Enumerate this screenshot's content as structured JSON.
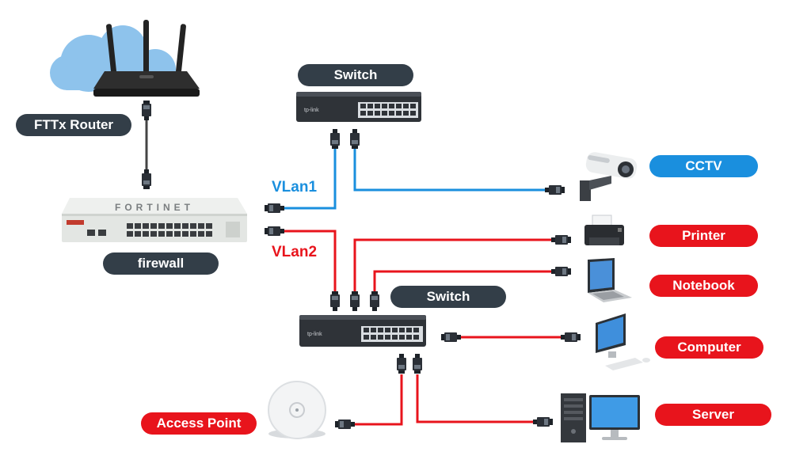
{
  "labels": {
    "router": "FTTx Router",
    "firewall": "firewall",
    "switch_top": "Switch",
    "switch_bottom": "Switch",
    "vlan1": "VLan1",
    "vlan2": "VLan2",
    "cctv": "CCTV",
    "printer": "Printer",
    "notebook": "Notebook",
    "computer": "Computer",
    "server": "Server",
    "access_point": "Access Point",
    "firewall_brand": "FORTINET",
    "switch_brand": "tp-link"
  },
  "colors": {
    "label_dark": "#333e48",
    "label_red": "#e8141c",
    "label_blue": "#1a8fde",
    "vlan1_cable": "#1a8fde",
    "vlan2_cable": "#e8141c",
    "uplink_cable": "#444444"
  }
}
